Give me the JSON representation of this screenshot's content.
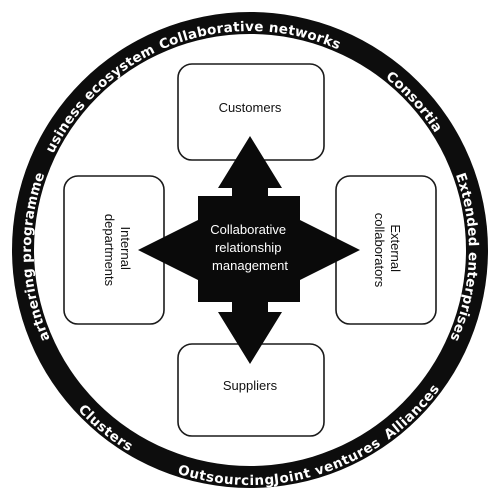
{
  "diagram": {
    "outer_ring_labels": [
      {
        "text": "Collaborative networks",
        "angle": 0
      },
      {
        "text": "Consortia",
        "angle": 48
      },
      {
        "text": "Extended enterprises",
        "angle": 92
      },
      {
        "text": "Alliances",
        "angle": 135
      },
      {
        "text": "Joint ventures",
        "angle": 160
      },
      {
        "text": "Outsourcing",
        "angle": 186
      },
      {
        "text": "Clusters",
        "angle": 219
      },
      {
        "text": "Partnering programmes",
        "angle": 268
      },
      {
        "text": "Business ecosystems",
        "angle": 315
      }
    ],
    "boxes": {
      "top": {
        "label": "Customers"
      },
      "bottom": {
        "label": "Suppliers"
      },
      "left": {
        "label": "Internal departments",
        "lines": [
          "Internal",
          "departments"
        ]
      },
      "right": {
        "label": "External collaborators",
        "lines": [
          "External",
          "collaborators"
        ]
      }
    },
    "center": {
      "label": "Collaborative relationship management",
      "lines": [
        "Collaborative",
        "relationship",
        "management"
      ]
    },
    "colors": {
      "ring": "#0d0d0d",
      "center": "#0a0a0a",
      "box_stroke": "#1a1a1a",
      "background": "#ffffff"
    }
  }
}
